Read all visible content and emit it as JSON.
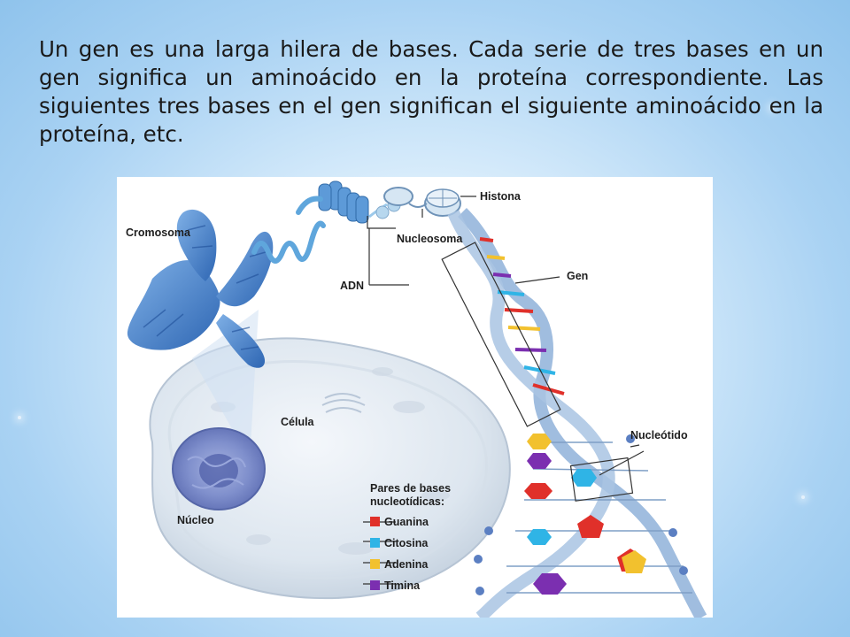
{
  "slide": {
    "body_text": "Un gen es una larga hilera de bases. Cada serie de tres bases en un gen significa un aminoácido en la proteína correspondiente. Las siguientes tres bases en el gen significan el siguiente aminoácido en la proteína, etc."
  },
  "diagram": {
    "labels": {
      "cromosoma": "Cromosoma",
      "histona": "Histona",
      "nucleosoma": "Nucleosoma",
      "adn": "ADN",
      "gen": "Gen",
      "celula": "Célula",
      "nucleotido": "Nucleótido",
      "nucleo": "Núcleo"
    },
    "legend": {
      "title_line1": "Pares de bases",
      "title_line2": "nucleotídicas:",
      "items": [
        {
          "label": "Guanina",
          "color": "#e0302a"
        },
        {
          "label": "Citosina",
          "color": "#2fb4e6"
        },
        {
          "label": "Adenina",
          "color": "#f2c12e"
        },
        {
          "label": "Timina",
          "color": "#7b2fb0"
        }
      ]
    }
  }
}
